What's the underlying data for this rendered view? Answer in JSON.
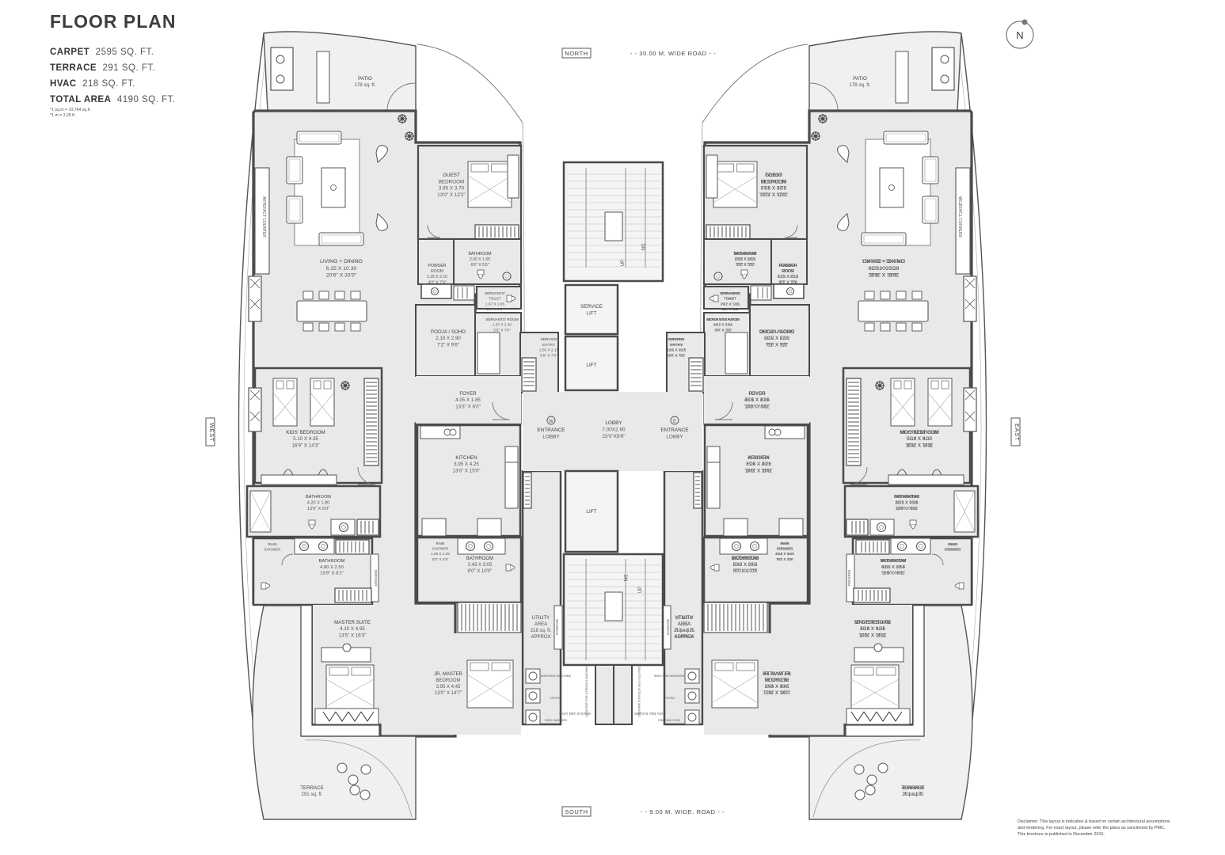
{
  "title": "FLOOR PLAN",
  "areas": [
    {
      "label": "CARPET",
      "value": "2595 SQ. FT."
    },
    {
      "label": "TERRACE",
      "value": "291 SQ. FT."
    },
    {
      "label": "HVAC",
      "value": "218 SQ. FT."
    },
    {
      "label": "TOTAL AREA",
      "value": "4190 SQ. FT."
    }
  ],
  "conversion_notes": [
    "*1 sq.m.= 10.764 sq.ft.",
    "*1 m.= 3.28 ft."
  ],
  "compass": "N",
  "directions": {
    "north": "NORTH",
    "south": "SOUTH",
    "east": "EAST",
    "west": "WEST"
  },
  "roads": {
    "north": "- - 30.00 M. WIDE ROAD - -",
    "south": "- - 9.00 M. WIDE. ROAD - -"
  },
  "disclaimer": "Disclaimer: This layout is indicative & based on certain architectural assumptions and rendering. For exact layout, please refer the plans as sanctioned by PMC. This brochure is published in December 2016.",
  "core": {
    "lobby": [
      "LOBBY",
      "7.00X2.90",
      "23'0\"X9'6\""
    ],
    "entrance_west": [
      "ENTRANCE",
      "LOBBY"
    ],
    "entrance_east": [
      "ENTRANCE",
      "LOBBY"
    ],
    "west_mark": "W",
    "east_mark": "E",
    "service_lift": [
      "SERVICE",
      "LIFT"
    ],
    "lift_top": "LIFT",
    "lift_bottom": "LIFT",
    "dn": "DN",
    "up": "UP",
    "easy_dry": "EASY DRY SYSTEM",
    "storage": "STORAGE",
    "washing": "WASHING MACHINE",
    "dryer": "DRYER",
    "dish": "DISH WASHER",
    "counter": "COUNTER FOR UTENSILS WASHING"
  },
  "rooms": {
    "patio": [
      "PATIO",
      "178 sq. ft."
    ],
    "living": [
      "LIVING + DINING",
      "6.25 X 10.30",
      "20'6\" X 33'9\""
    ],
    "artefact": "ARTEFACT COUNTER",
    "guest": [
      "GUEST",
      "BEDROOM",
      "3.95 X 3.70",
      "13'0\" X 12'2\""
    ],
    "bath_guest": [
      "BATHROOM",
      "2.00 X 1.65",
      "6'6\" X 5'6\""
    ],
    "powder": [
      "POWDER",
      "ROOM",
      "1.25 X 2.10",
      "4'0\" X 7'0\""
    ],
    "serv_toilet": [
      "SERVANTS'",
      "TOILET",
      "1.67 X 1.05",
      "5'6\" X 3'5\""
    ],
    "serv_room": [
      "SERVANTS' ROOM",
      "1.67 X 2.30",
      "5'6\" X 7'6\""
    ],
    "pooja": [
      "POOJA / SOHO",
      "2.18 X 2.90",
      "7'2\" X 9'6\""
    ],
    "service_entry": [
      "SERVICE",
      "ENTRY",
      "1.50 X 2.15",
      "5'0\" X 7'0\""
    ],
    "foyer": [
      "FOYER",
      "4.05 X 1.85",
      "13'3\" X 6'0\""
    ],
    "kids": [
      "KIDS' BEDROOM",
      "5.10 X 4.35",
      "16'9\" X 14'3\""
    ],
    "bath_kids": [
      "BATHROOM",
      "4.20 X 1.80",
      "13'9\" X 6'0\""
    ],
    "kitchen": [
      "KITCHEN",
      "3.95 X 4.25",
      "13'0\" X 15'0\""
    ],
    "rain_master": [
      "RAIN",
      "SHOWER"
    ],
    "bath_master": [
      "BATHROOM",
      "4.80 X 2.50",
      "15'9\" X 8'2\""
    ],
    "dresser": "DRESSER",
    "rain_jr": [
      "RAIN",
      "SHOWER",
      "1.50 X 1.45",
      "5'0\" X 4'9\""
    ],
    "bath_jr": [
      "BATHROOM",
      "2.43 X 3.05",
      "8'0\" X 10'0\""
    ],
    "utility": [
      "UTILITY",
      "AREA",
      "218 sq. ft.",
      "APPROX"
    ],
    "master": [
      "MASTER SUITE",
      "4.10 X 4.95",
      "13'5\" X 16'3\""
    ],
    "jr_master": [
      "JR. MASTER",
      "BEDROOM",
      "3.95 X 4.45",
      "13'0\" X 14'7\""
    ],
    "terrace": [
      "TERRACE",
      "291 sq. ft."
    ]
  }
}
